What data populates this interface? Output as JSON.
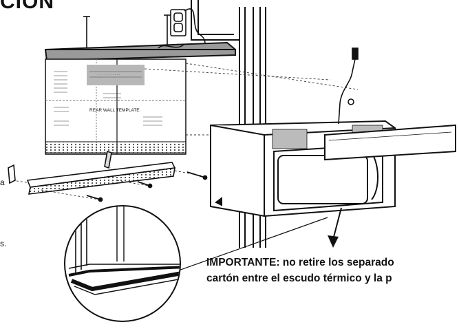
{
  "header": {
    "title_fragment": "CION"
  },
  "left_edge": {
    "fragment_a": "a",
    "fragment_s": "s."
  },
  "template": {
    "label": "REAR WALL TEMPLATE"
  },
  "note": {
    "label": "IMPORTANTE:",
    "line1_rest": " no retire los separado",
    "line2": "cartón entre el escudo térmico y la p"
  }
}
